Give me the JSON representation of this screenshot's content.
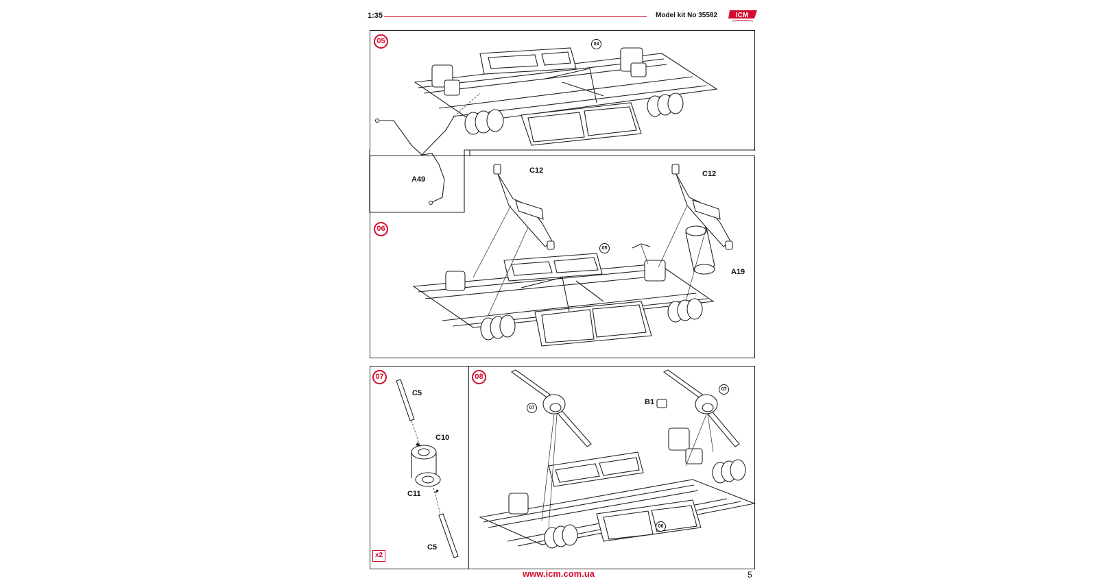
{
  "header": {
    "scale": "1:35",
    "model_kit": "Model kit No 35582",
    "logo_text": "ICM"
  },
  "steps": {
    "s05": {
      "number": "05",
      "labels": {
        "a49": "A49"
      },
      "refs": {
        "r04": "04"
      }
    },
    "s06": {
      "number": "06",
      "labels": {
        "c12_left": "C12",
        "c12_right": "C12",
        "a19": "A19"
      },
      "refs": {
        "r05": "05"
      }
    },
    "s07": {
      "number": "07",
      "labels": {
        "c5_top": "C5",
        "c10": "C10",
        "c11": "C11",
        "c5_bottom": "C5"
      },
      "multiplier": "x2"
    },
    "s08": {
      "number": "08",
      "labels": {
        "b1": "B1"
      },
      "refs": {
        "r07_left": "07",
        "r07_right": "07",
        "r06": "06"
      }
    }
  },
  "footer": {
    "url": "www.icm.com.ua",
    "page": "5"
  },
  "colors": {
    "accent": "#d10c2c",
    "line": "#222222"
  }
}
